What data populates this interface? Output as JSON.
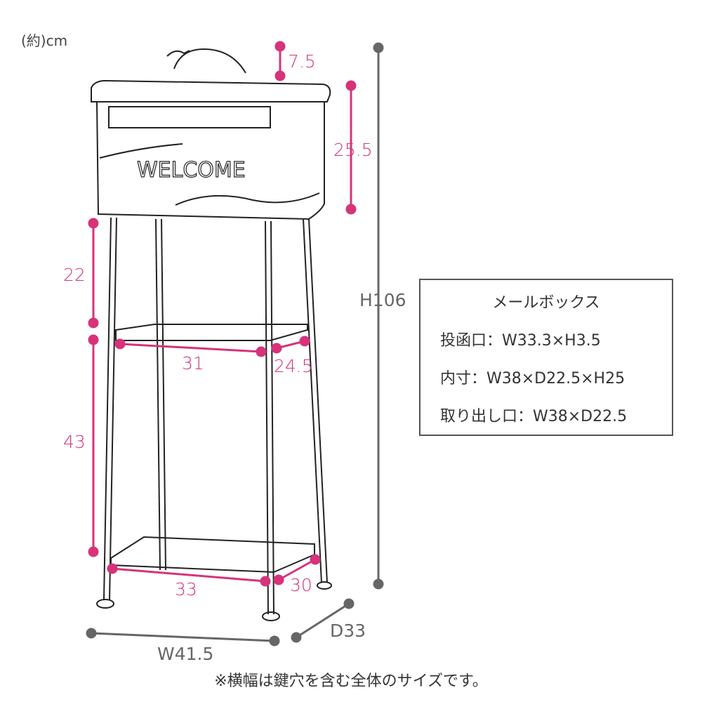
{
  "unit_label": "(約)cm",
  "dimensions": {
    "handle_height": "7.5",
    "box_height": "25.5",
    "total_height": "H106",
    "upper_gap": "22",
    "lower_gap": "43",
    "mid_shelf_width": "31",
    "mid_shelf_depth": "24.5",
    "bottom_shelf_width": "33",
    "bottom_shelf_depth": "30",
    "overall_width": "W41.5",
    "overall_depth": "D33"
  },
  "mailbox_text": "WELCOME",
  "info_box": {
    "title": "メールボックス",
    "rows": [
      "投函口：W33.3×H3.5",
      "内寸：W38×D22.5×H25",
      "取り出し口：W38×D22.5"
    ]
  },
  "footnote": "※横幅は鍵穴を含む全体のサイズです。",
  "colors": {
    "accent": "#d6337a",
    "gray": "#666666"
  }
}
